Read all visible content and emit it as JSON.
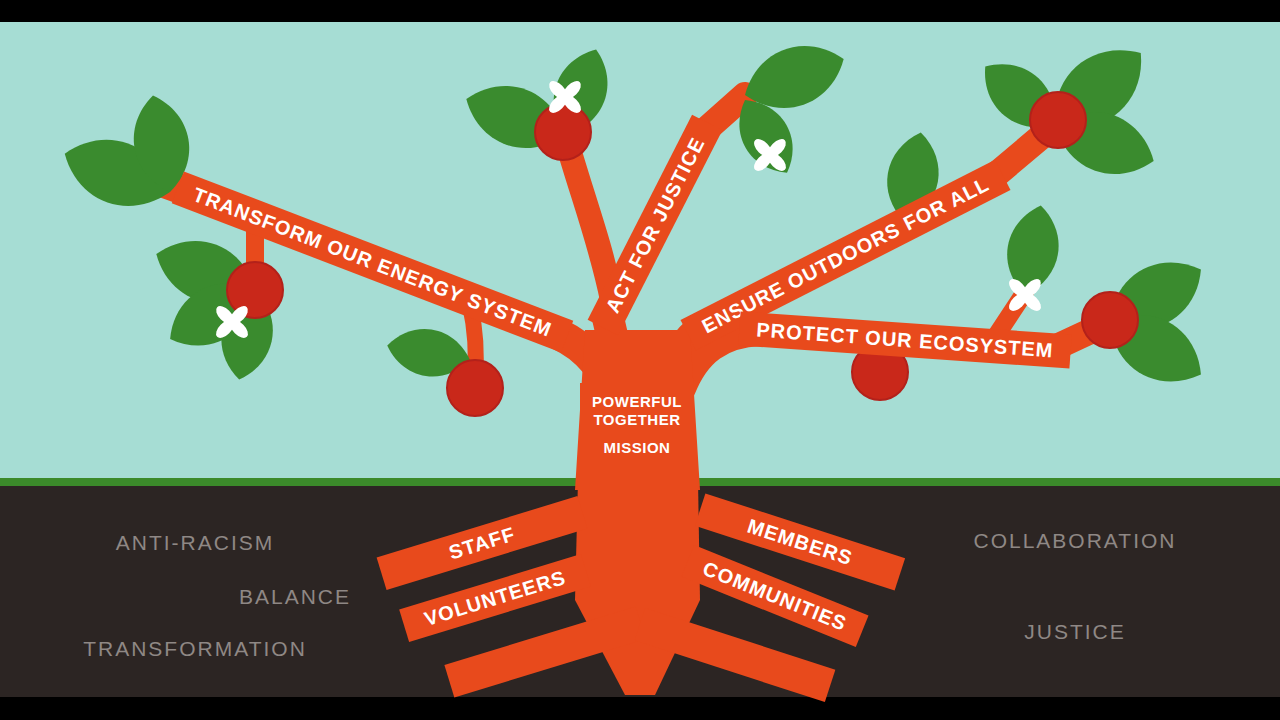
{
  "diagram": {
    "nodes": [
      {
        "text": [
          "TRANSFORM OUR ENERGY SYSTEM"
        ]
      },
      {
        "text": [
          "ACT FOR JUSTICE"
        ]
      },
      {
        "text": [
          "ENSURE OUTDOORS FOR ALL"
        ]
      },
      {
        "text": [
          "PROTECT OUR ECOSYSTEM"
        ]
      },
      {
        "text": [
          "POWERFUL TOGETHER",
          "MISSION"
        ]
      },
      {
        "text": [
          "STAFF"
        ]
      },
      {
        "text": [
          "MEMBERS"
        ]
      },
      {
        "text": [
          "VOLUNTEERS"
        ]
      },
      {
        "text": [
          "COMMUNITIES"
        ]
      }
    ],
    "labels": [
      "ANTI-RACISM",
      "COLLABORATION",
      "BALANCE",
      "TRANSFORMATION",
      "JUSTICE"
    ]
  }
}
